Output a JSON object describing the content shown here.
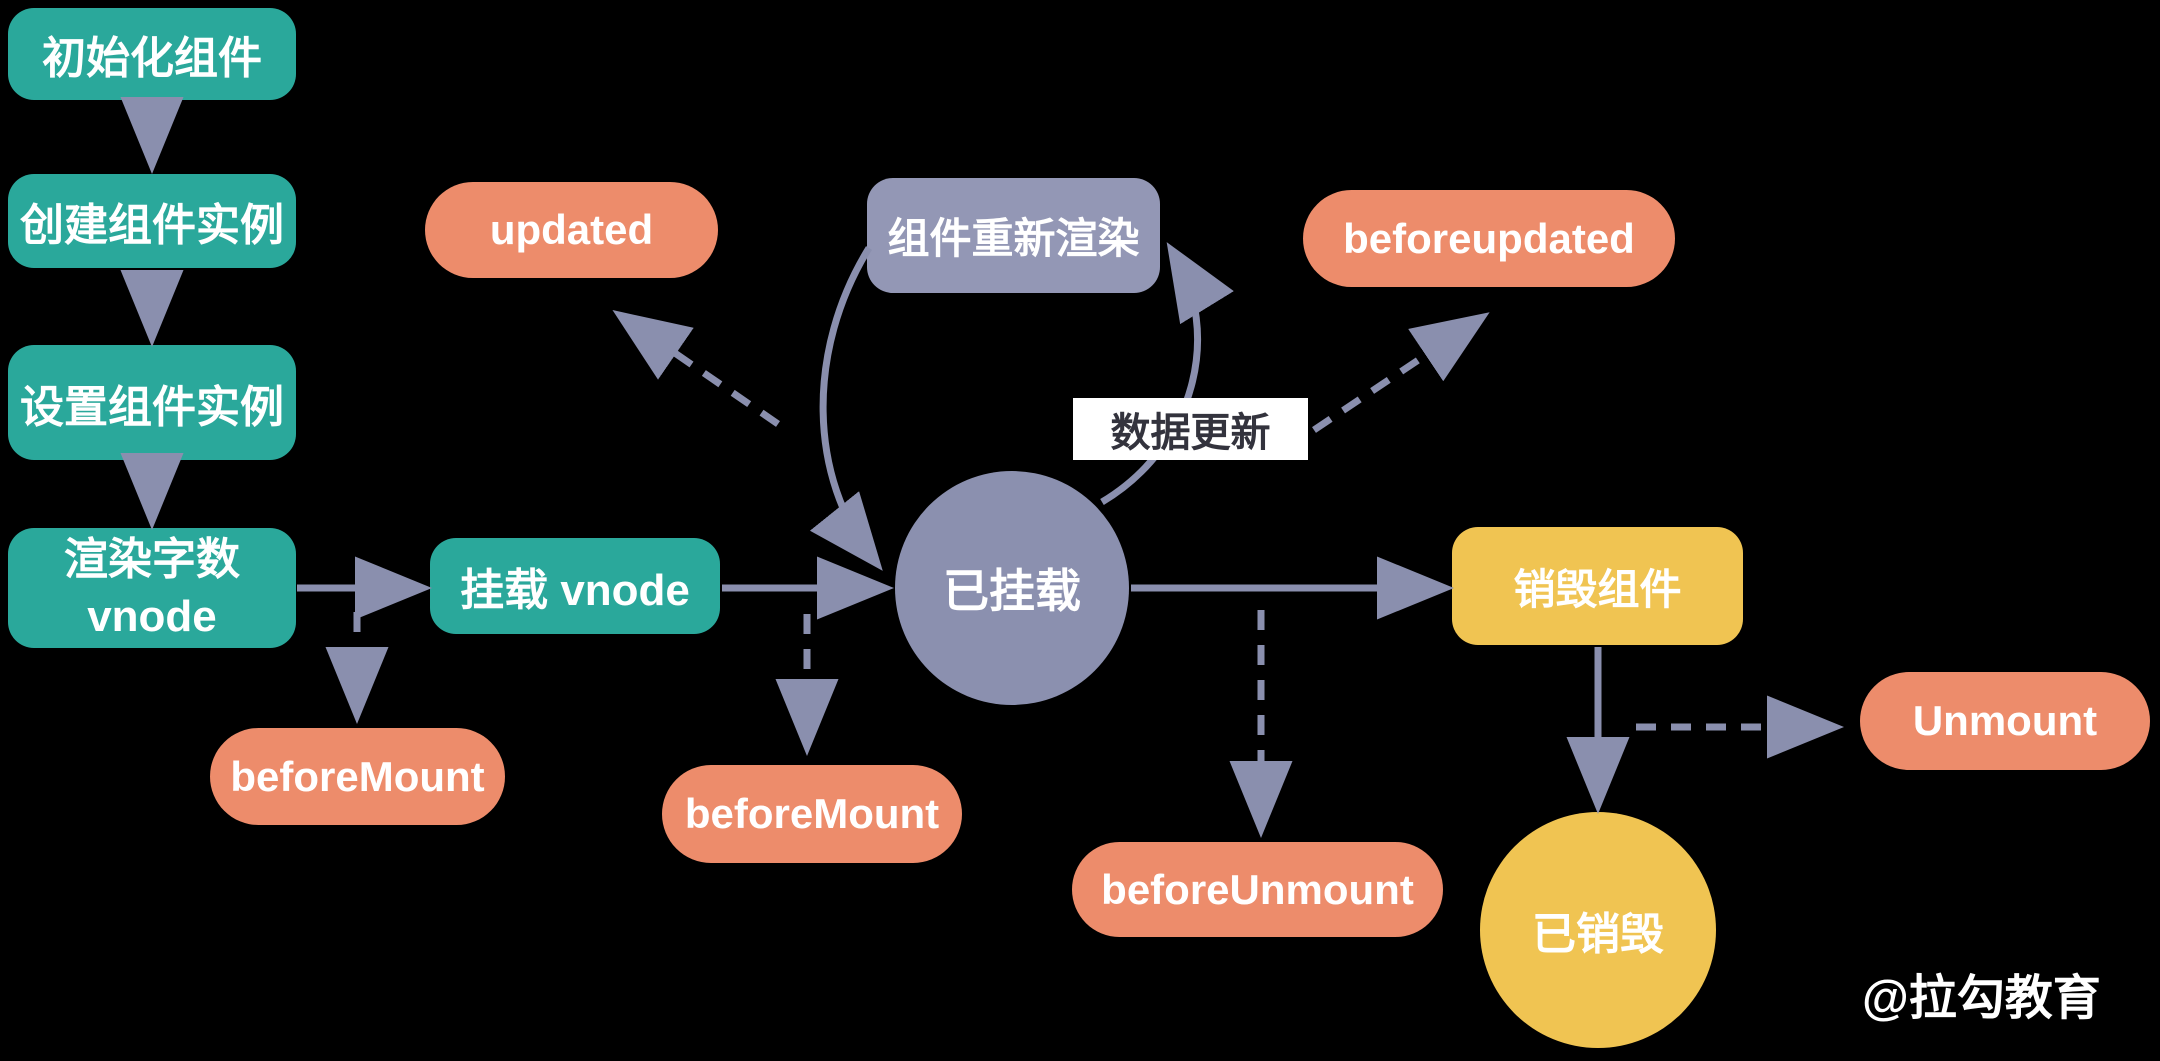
{
  "diagram": {
    "nodes": {
      "init": {
        "label": "初始化组件"
      },
      "create_instance": {
        "label": "创建组件实例"
      },
      "setup_instance": {
        "label": "设置组件实例"
      },
      "render_vnode": {
        "line1": "渲染字数",
        "line2": "vnode"
      },
      "mount_vnode": {
        "label": "挂载 vnode"
      },
      "mounted": {
        "label": "已挂载"
      },
      "rerender": {
        "label": "组件重新渲染"
      },
      "data_update": {
        "label": "数据更新"
      },
      "updated": {
        "label": "updated"
      },
      "beforeupdated": {
        "label": "beforeupdated"
      },
      "before_mount_1": {
        "label": "beforeMount"
      },
      "before_mount_2": {
        "label": "beforeMount"
      },
      "before_unmount": {
        "label": "beforeUnmount"
      },
      "destroy": {
        "label": "销毁组件"
      },
      "destroyed": {
        "label": "已销毁"
      },
      "unmount": {
        "label": "Unmount"
      }
    },
    "watermark": "@拉勾教育",
    "colors": {
      "background": "#000000",
      "teal": "#2aa89b",
      "orange": "#ed8c6b",
      "purple_box": "#9397b5",
      "purple_circle": "#8b90af",
      "yellow": "#f0c452",
      "arrow": "#8a8fae",
      "label_bg": "#ffffff",
      "label_text": "#33333d"
    }
  }
}
